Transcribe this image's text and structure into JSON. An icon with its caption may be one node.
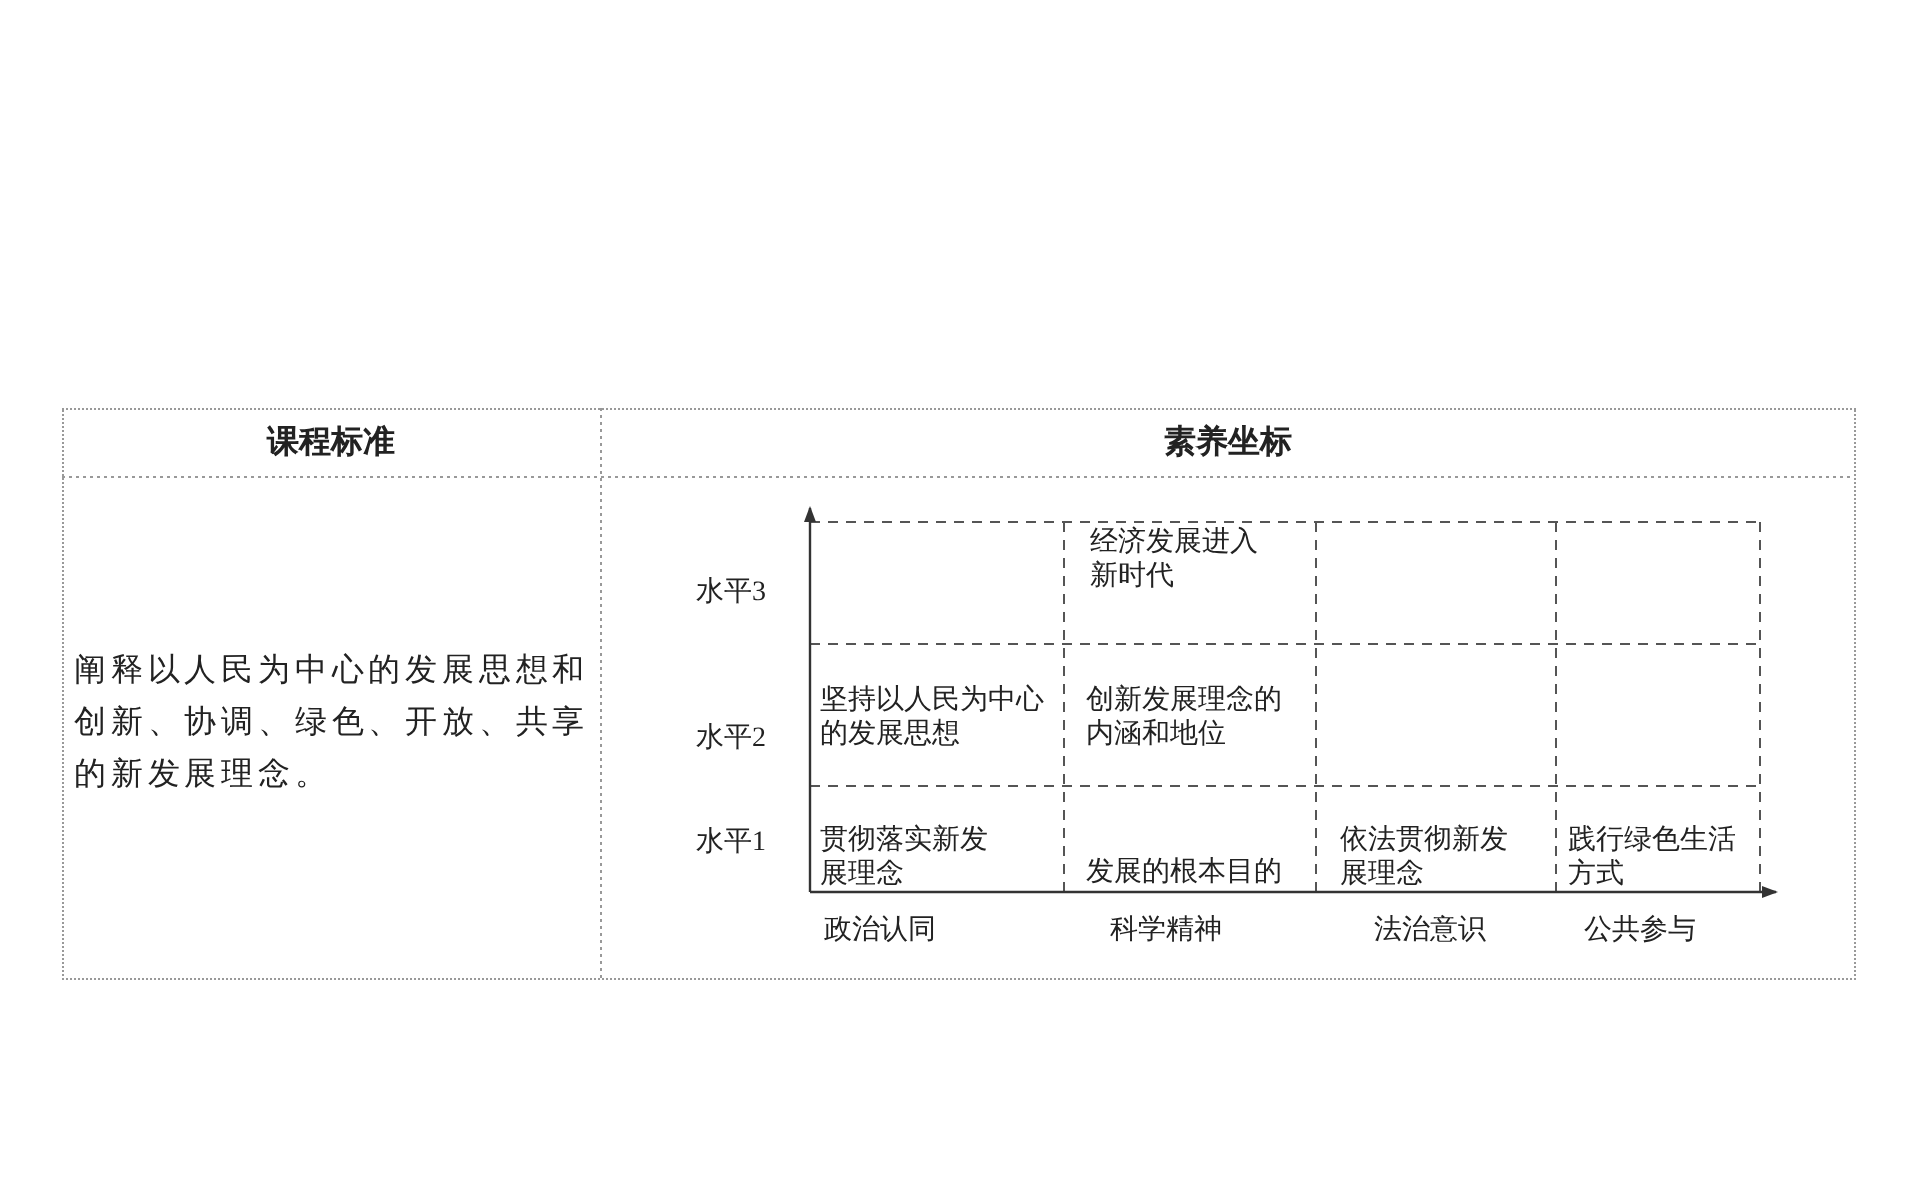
{
  "diagram": {
    "labels": [
      "课程标准",
      "素养坐标",
      "阐释以人民为中心的发展思想和创新、协调、绿色、开放、共享的新发展理念。",
      "水平3",
      "经济发展进入新时代",
      "水平2",
      "坚持以人民为中心的发展思想",
      "创新发展理念的内涵和地位",
      "水平1",
      "贯彻落实新发展理念",
      "发展的根本目的",
      "依法贯彻新发展理念",
      "践行绿色生活方式",
      "政治认同",
      "科学精神",
      "法治意识",
      "公共参与"
    ]
  }
}
